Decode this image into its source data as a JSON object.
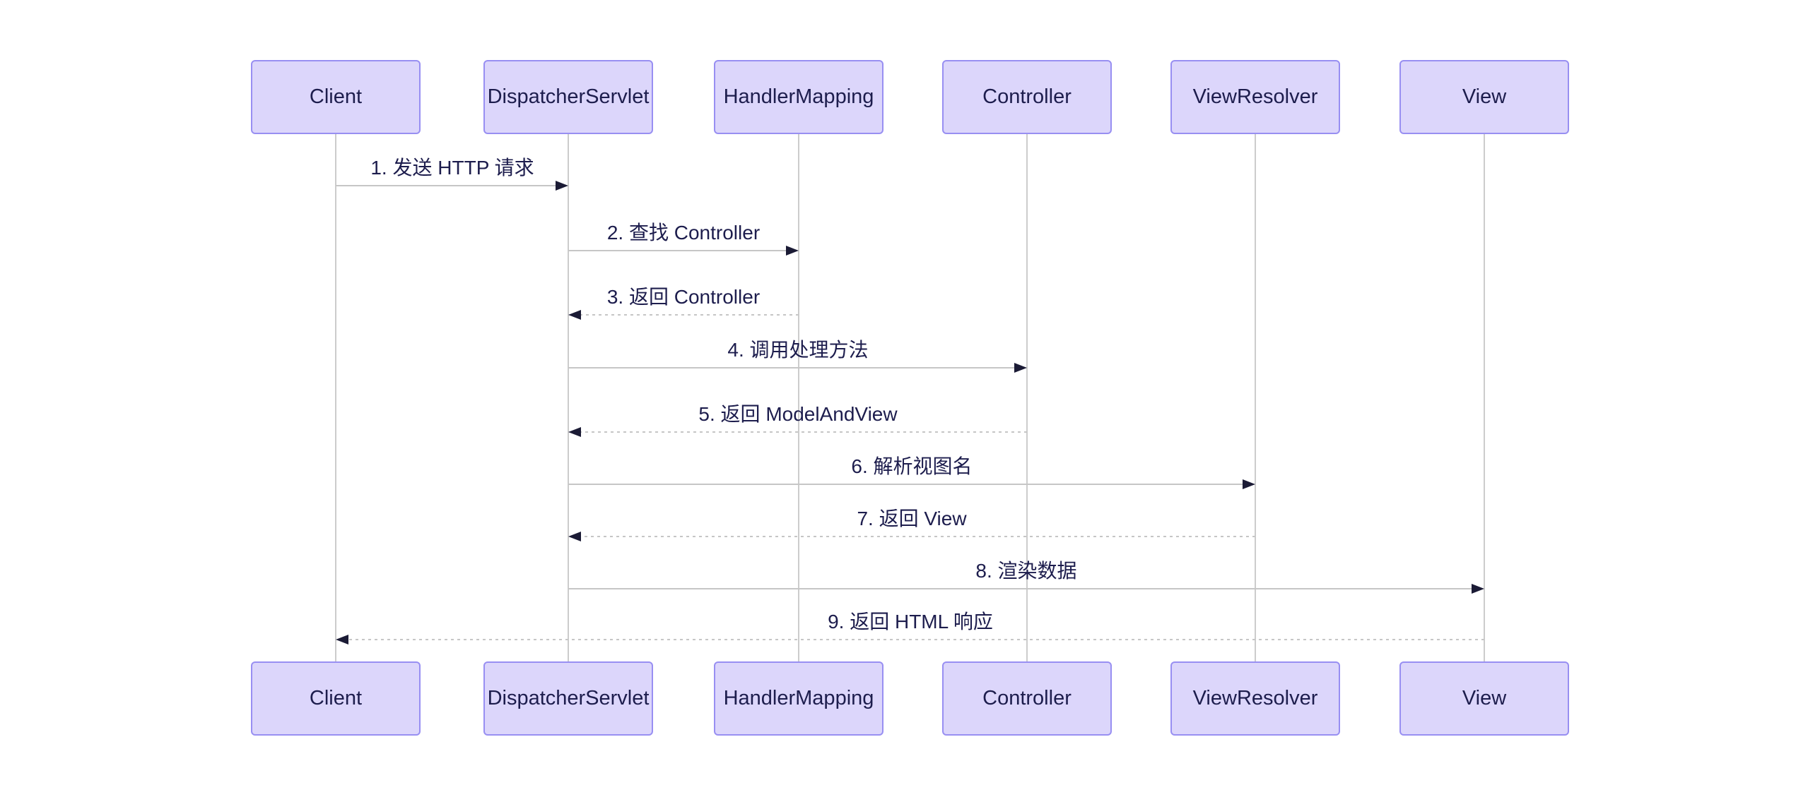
{
  "diagram": {
    "kind": "sequence-diagram",
    "actors": [
      {
        "name": "Client"
      },
      {
        "name": "DispatcherServlet"
      },
      {
        "name": "HandlerMapping"
      },
      {
        "name": "Controller"
      },
      {
        "name": "ViewResolver"
      },
      {
        "name": "View"
      }
    ],
    "messages": [
      {
        "seq": 1,
        "label": "1. 发送 HTTP 请求",
        "from": "Client",
        "to": "DispatcherServlet",
        "line": "solid"
      },
      {
        "seq": 2,
        "label": "2. 查找 Controller",
        "from": "DispatcherServlet",
        "to": "HandlerMapping",
        "line": "solid"
      },
      {
        "seq": 3,
        "label": "3. 返回 Controller",
        "from": "HandlerMapping",
        "to": "DispatcherServlet",
        "line": "dashed"
      },
      {
        "seq": 4,
        "label": "4. 调用处理方法",
        "from": "DispatcherServlet",
        "to": "Controller",
        "line": "solid"
      },
      {
        "seq": 5,
        "label": "5. 返回 ModelAndView",
        "from": "Controller",
        "to": "DispatcherServlet",
        "line": "dashed"
      },
      {
        "seq": 6,
        "label": "6. 解析视图名",
        "from": "DispatcherServlet",
        "to": "ViewResolver",
        "line": "solid"
      },
      {
        "seq": 7,
        "label": "7. 返回 View",
        "from": "ViewResolver",
        "to": "DispatcherServlet",
        "line": "dashed"
      },
      {
        "seq": 8,
        "label": "8. 渲染数据",
        "from": "DispatcherServlet",
        "to": "View",
        "line": "solid"
      },
      {
        "seq": 9,
        "label": "9. 返回 HTML 响应",
        "from": "View",
        "to": "Client",
        "line": "dashed"
      }
    ]
  },
  "theme": {
    "background": "#ffffff",
    "actor_fill": "#dcd6fb",
    "actor_border": "#988ff2",
    "text_color": "#1d1d4d",
    "line_color": "#c6c6c6",
    "lifeline_color": "#cccccc",
    "arrowhead_color": "#1b1b35"
  }
}
